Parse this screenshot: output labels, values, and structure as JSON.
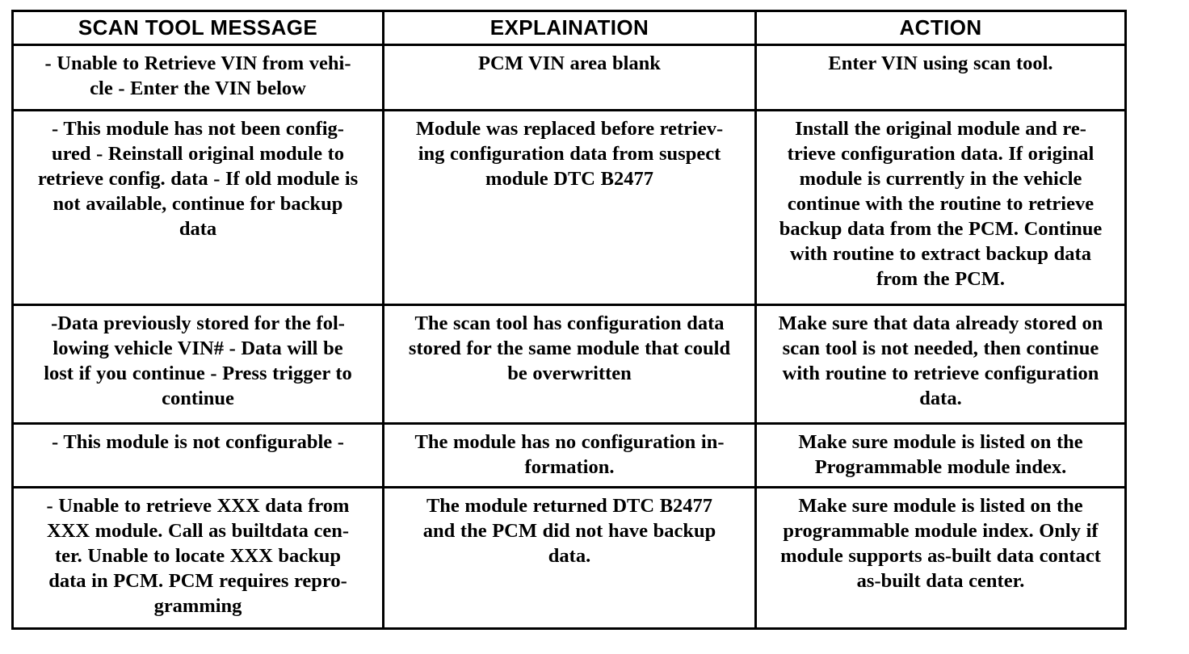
{
  "table": {
    "headers": [
      {
        "id": "scan-tool-message",
        "label": "SCAN TOOL MESSAGE"
      },
      {
        "id": "explanation",
        "label": "EXPLAINATION"
      },
      {
        "id": "action",
        "label": "ACTION"
      }
    ],
    "rows": [
      {
        "message": {
          "text": "- Unable to Retrieve VIN from vehicle - Enter the VIN below",
          "lines": [
            "- Unable to Retrieve VIN from vehi-",
            "cle - Enter the VIN below"
          ]
        },
        "explanation": {
          "text": "PCM VIN area blank",
          "lines": [
            "PCM VIN area blank"
          ]
        },
        "action": {
          "text": "Enter VIN using scan tool.",
          "lines": [
            "Enter VIN using scan tool."
          ]
        }
      },
      {
        "message": {
          "text": "- This module has not been configured - Reinstall original module to retrieve config. data - If old module is not available, continue for backup data",
          "lines": [
            "- This module has not been config-",
            "ured - Reinstall original module to",
            "retrieve config. data - If old module is",
            "not available, continue for backup",
            "data"
          ]
        },
        "explanation": {
          "text": "Module was replaced before retrieving configuration data from suspect module DTC B2477",
          "lines": [
            "Module was replaced before retriev-",
            "ing configuration data from suspect",
            "module DTC B2477"
          ]
        },
        "action": {
          "text": "Install the original module and retrieve configuration data. If original module is currently in the vehicle continue with the routine to retrieve backup data from the PCM. Continue with routine to extract backup data from the PCM.",
          "lines": [
            "Install the original module and re-",
            "trieve configuration data. If original",
            "module is currently in the vehicle",
            "continue with the routine to retrieve",
            "backup data from the PCM. Continue",
            "with routine to extract backup data",
            "from the PCM."
          ]
        }
      },
      {
        "message": {
          "text": "-Data previously stored for the following vehicle VIN# - Data will be lost if you continue - Press trigger to continue",
          "lines": [
            "-Data previously stored for the fol-",
            "lowing vehicle VIN# - Data will be",
            "lost if you continue - Press trigger to",
            "continue"
          ]
        },
        "explanation": {
          "text": "The scan tool has configuration data stored for the same module that could be overwritten",
          "lines": [
            "The scan tool has configuration data",
            "stored for the same module that could",
            "be overwritten"
          ]
        },
        "action": {
          "text": "Make sure that data already stored on scan tool is not needed, then continue with routine to retrieve configuration data.",
          "lines": [
            "Make sure that data already stored on",
            "scan tool is not needed, then continue",
            "with routine to retrieve configuration",
            "data."
          ]
        }
      },
      {
        "message": {
          "text": "- This module is not configurable -",
          "lines": [
            "- This module is not configurable -"
          ]
        },
        "explanation": {
          "text": "The module has no configuration information.",
          "lines": [
            "The module has no configuration in-",
            "formation."
          ]
        },
        "action": {
          "text": "Make sure module is listed on the Programmable module index.",
          "lines": [
            "Make sure module is listed on the",
            "Programmable module index."
          ]
        }
      },
      {
        "message": {
          "text": "- Unable to retrieve XXX data from XXX module. Call as builtdata center. Unable to locate XXX backup data in PCM. PCM requires reprogramming",
          "lines": [
            "- Unable to retrieve XXX data from",
            "XXX module. Call as builtdata cen-",
            "ter. Unable to locate XXX backup",
            "data in PCM. PCM requires repro-",
            "gramming"
          ]
        },
        "explanation": {
          "text": "The module returned DTC B2477 and the PCM did not have backup data.",
          "lines": [
            "The module returned DTC B2477",
            "and the PCM did not have backup",
            "data."
          ]
        },
        "action": {
          "text": "Make sure module is listed on the programmable module index. Only if module supports as-built data contact as-built data center.",
          "lines": [
            "Make sure module is listed on the",
            "programmable module index. Only if",
            "module supports as-built data contact",
            "as-built data center."
          ]
        }
      }
    ]
  },
  "colors": {
    "ink": "#000000",
    "paper": "#ffffff"
  }
}
